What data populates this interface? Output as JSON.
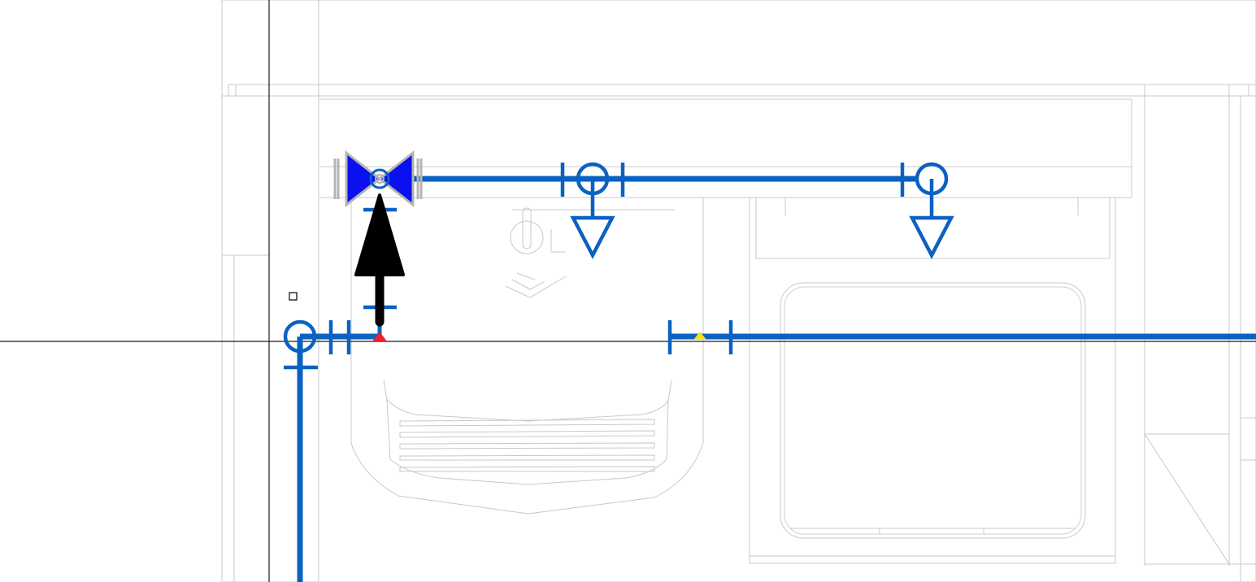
{
  "view": {
    "type": "plumbing-plan-view",
    "colors": {
      "background": "#ffffff",
      "pipe": "#0b61c2",
      "valve_fill": "#0a10f0",
      "valve_outline": "#b4b4b4",
      "background_linework": "#c8c8c8",
      "flow_arrow": "#000000",
      "crosshair": "#1a1a1a",
      "connector_end_red": "#e8232a",
      "connector_end_yellow": "#f2e21a",
      "selection_grip": "#000000"
    },
    "elements": {
      "pipes": [
        "upper-supply-pipe",
        "lower-supply-pipe",
        "vertical-riser-pipe",
        "valve-branch-pipe"
      ],
      "fittings": [
        "elbow-up-1",
        "elbow-up-2",
        "elbow-left-riser",
        "pipe-couplings"
      ],
      "valve": "gate-valve-icon",
      "annotations": [
        "flow-direction-arrow-icon",
        "drop-symbol-1",
        "drop-symbol-2"
      ],
      "background": [
        "cabinet-outline",
        "sink-outline",
        "range-outline",
        "faucet-outline"
      ]
    }
  }
}
